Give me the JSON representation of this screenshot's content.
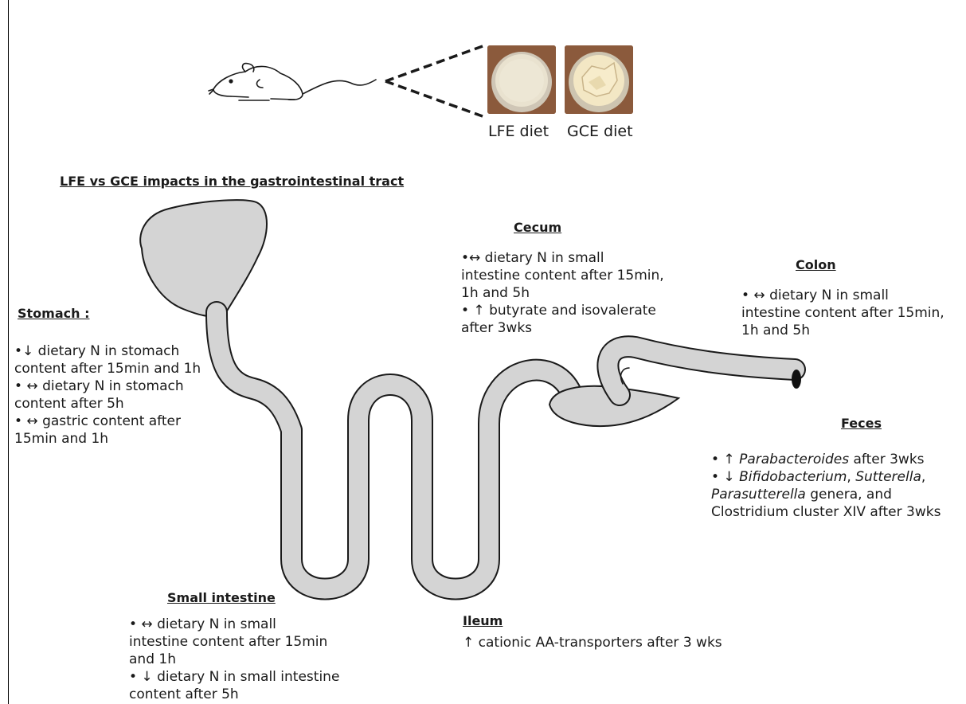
{
  "diets": {
    "lfe": "LFE diet",
    "gce": "GCE diet"
  },
  "title": "LFE vs GCE impacts in the gastrointestinal tract",
  "stomach": {
    "heading": "Stomach :",
    "lines": [
      "•↓ dietary N in stomach",
      "content after 15min and 1h",
      "• ↔ dietary N in stomach",
      "content after 5h",
      "• ↔ gastric content after",
      "15min and 1h"
    ]
  },
  "cecum": {
    "heading": "Cecum",
    "lines": [
      "•↔ dietary N in small",
      "intestine content after 15min,",
      "1h and 5h",
      "• ↑ butyrate and isovalerate",
      "after 3wks"
    ]
  },
  "colon": {
    "heading": "Colon",
    "lines": [
      "• ↔ dietary N in small",
      "intestine content after 15min,",
      "1h and 5h"
    ]
  },
  "feces": {
    "heading": "Feces",
    "bullet1": "• ↑ ",
    "bacteria1": "Parabacteroides",
    "after1": " after 3wks",
    "bullet2": "• ↓ ",
    "bacteria2": "Bifidobacterium",
    "comma1": ", ",
    "bacteria3": "Sutterella",
    "comma2": ",",
    "bacteria4": "Parasutterella",
    "genera": " genera, and",
    "last": "Clostridium cluster XIV after 3wks"
  },
  "small_intestine": {
    "heading": "Small intestine",
    "lines": [
      "• ↔ dietary N in small",
      "intestine content after 15min",
      "and 1h",
      "• ↓ dietary N in small intestine",
      "content after 5h"
    ]
  },
  "ileum": {
    "heading": "Ileum",
    "line": "↑ cationic AA-transporters after 3 wks"
  },
  "colors": {
    "organ_fill": "#d4d4d4",
    "outline": "#1a1a1a"
  }
}
